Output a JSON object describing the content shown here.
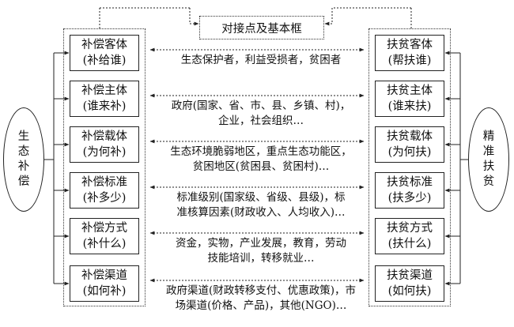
{
  "top_label": "对接点及基本框",
  "left_oval": [
    "生",
    "态",
    "补",
    "偿"
  ],
  "right_oval": [
    "精",
    "准",
    "扶",
    "贫"
  ],
  "rows": [
    {
      "left": [
        "补偿客体",
        "(补给谁)"
      ],
      "right": [
        "扶贫客体",
        "(帮扶谁)"
      ],
      "desc": [
        "生态保护者，利益受损者，贫困者"
      ]
    },
    {
      "left": [
        "补偿主体",
        "(谁来补)"
      ],
      "right": [
        "扶贫主体",
        "(谁来扶)"
      ],
      "desc": [
        "政府(国家、省、市、县、乡镇、村)，",
        "企业，社会组织…"
      ]
    },
    {
      "left": [
        "补偿载体",
        "(为何补)"
      ],
      "right": [
        "扶贫载体",
        "(为何扶)"
      ],
      "desc": [
        "生态环境脆弱地区，重点生态功能区，",
        "贫困地区(贫困县、贫困村)…"
      ]
    },
    {
      "left": [
        "补偿标准",
        "(补多少)"
      ],
      "right": [
        "扶贫标准",
        "(扶多少)"
      ],
      "desc": [
        "标准级别(国家级、省级、县级)，标",
        "准核算因素(财政收入、人均收入)…"
      ]
    },
    {
      "left": [
        "补偿方式",
        "(补什么)"
      ],
      "right": [
        "扶贫方式",
        "(扶什么)"
      ],
      "desc": [
        "资金，实物，产业发展，教育，劳动",
        "技能培训，转移就业…"
      ]
    },
    {
      "left": [
        "补偿渠道",
        "(如何补)"
      ],
      "right": [
        "扶贫渠道",
        "(如何扶)"
      ],
      "desc": [
        "政府渠道(财政转移支付、优惠政策)，市",
        "场渠道(价格、产品)，其他(NGO)…"
      ]
    }
  ]
}
